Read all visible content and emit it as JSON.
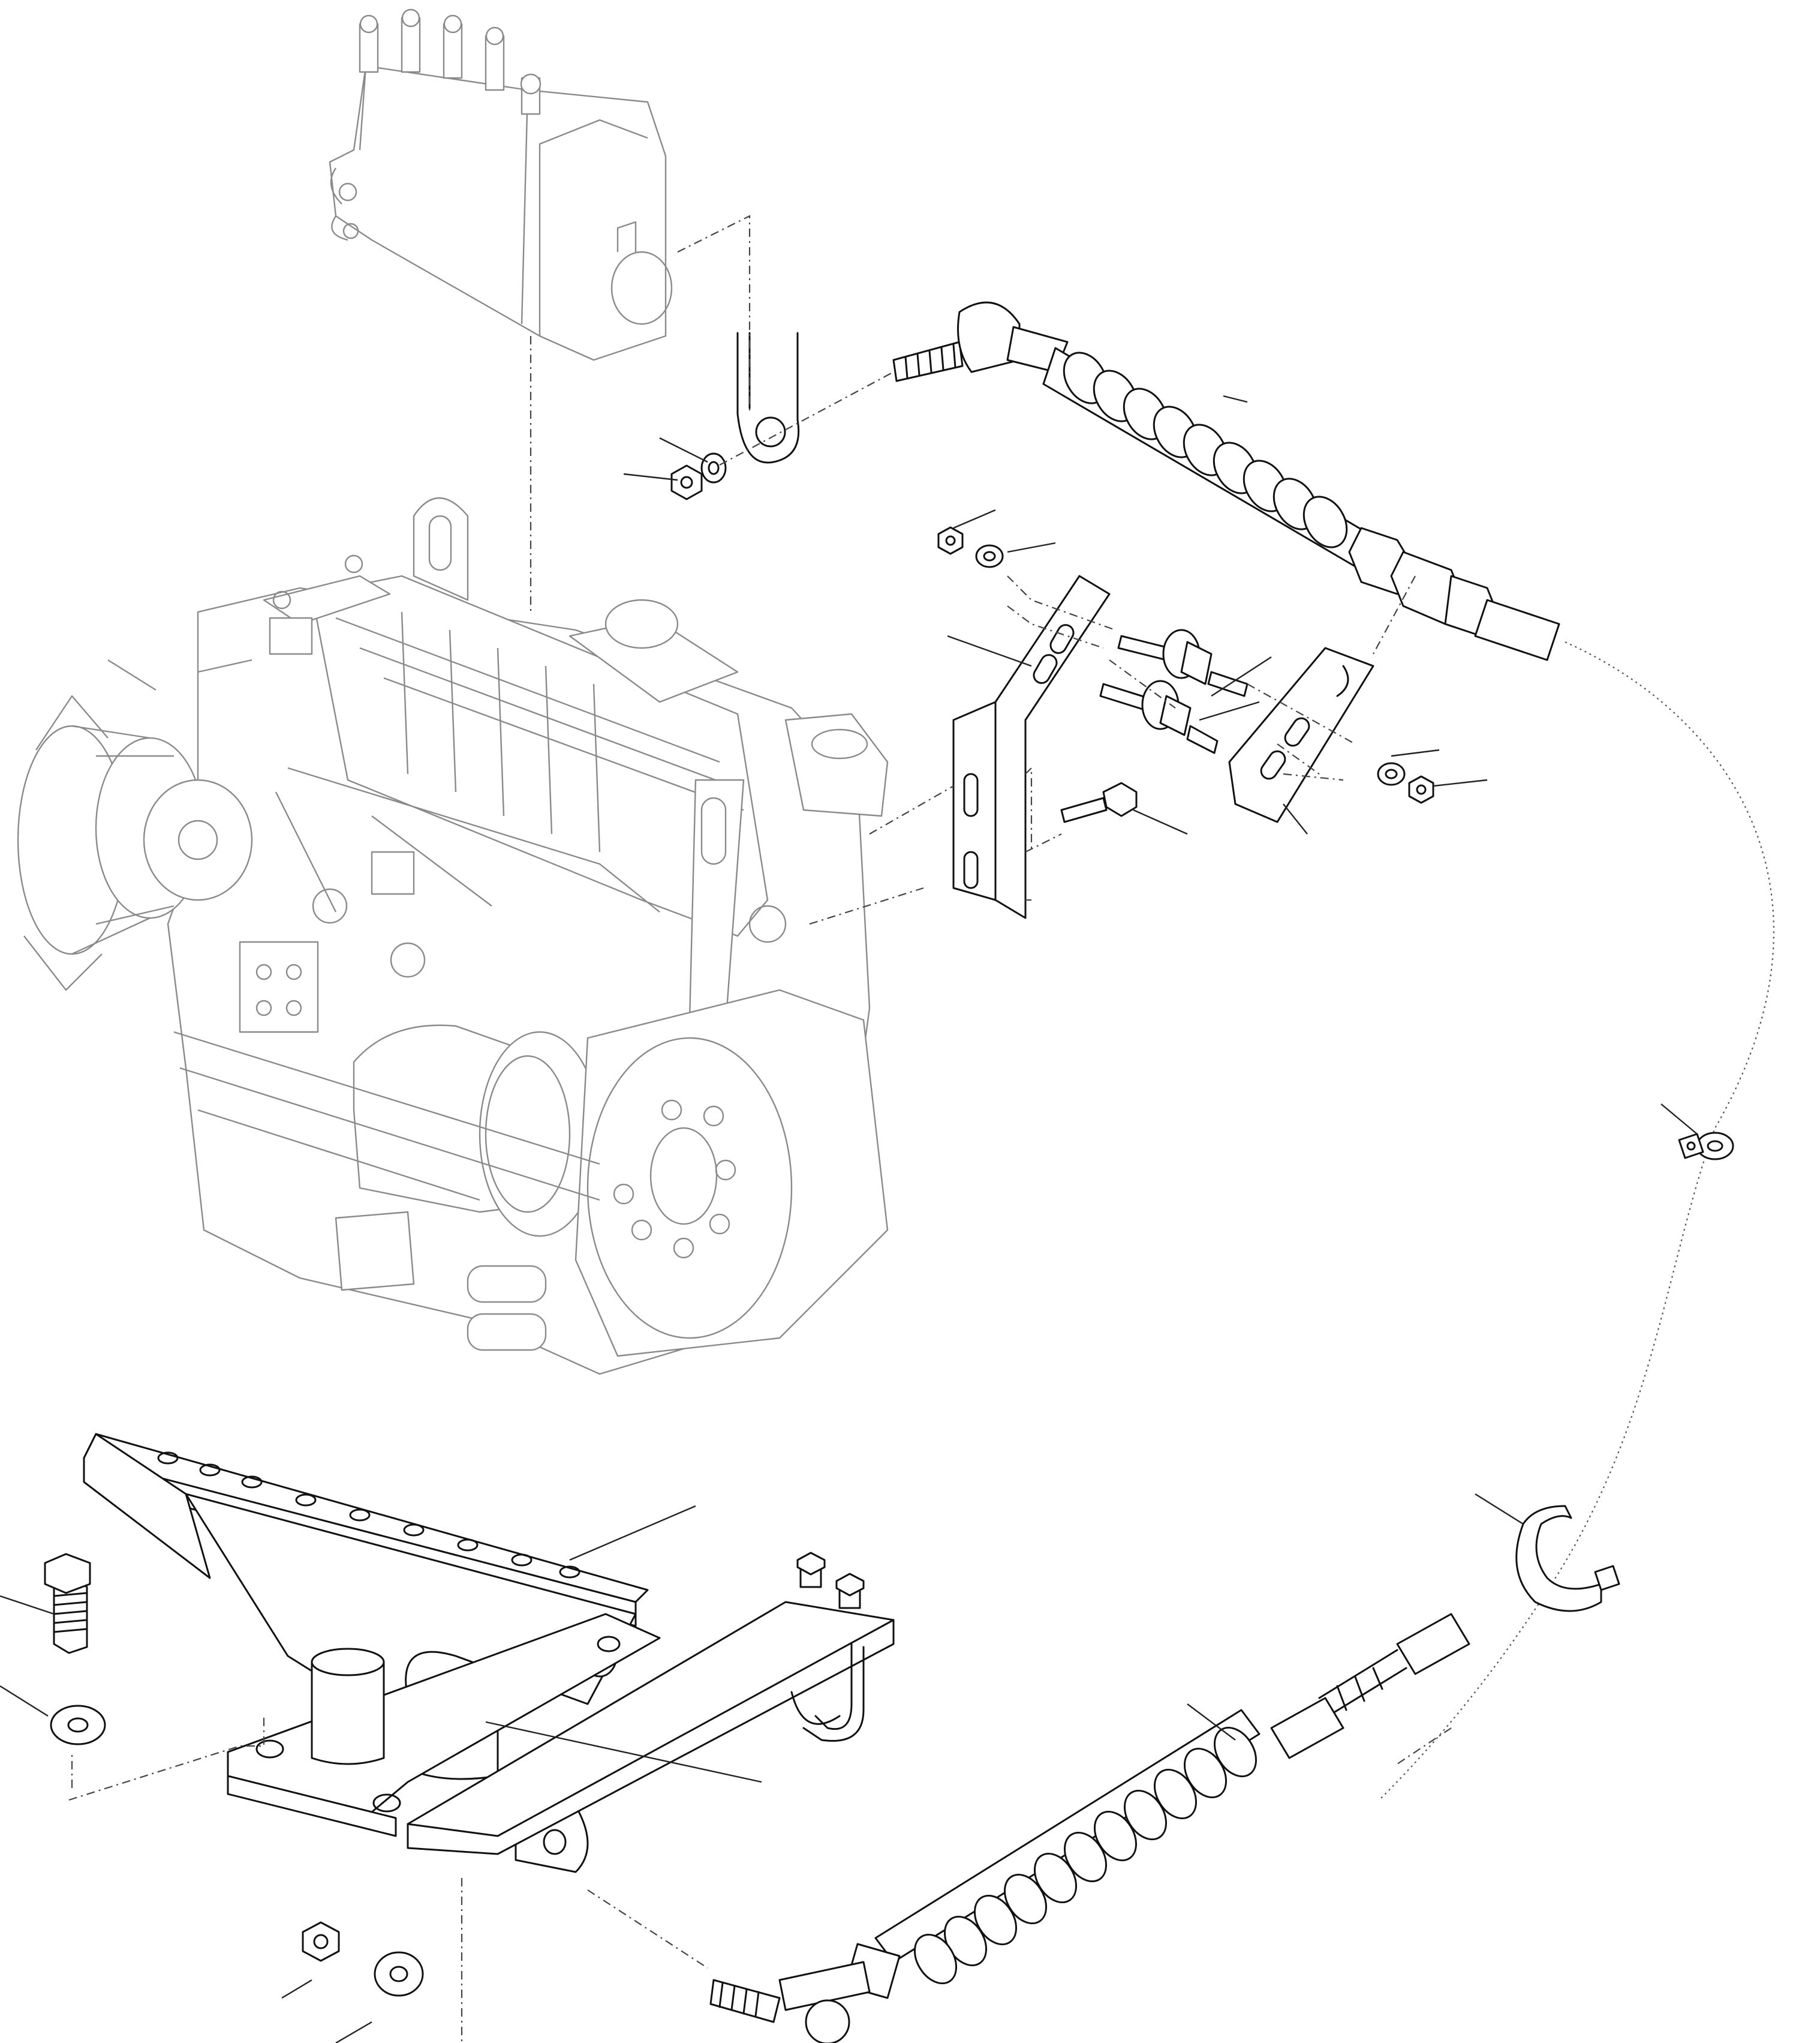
{
  "figure": {
    "type": "exploded parts diagram",
    "colors": {
      "line": "#111111",
      "background_lines": "#8a8a8a",
      "background": "#ffffff"
    },
    "parts": [
      "injection-pump",
      "throttle-lever",
      "engine-block",
      "throttle-cable",
      "cable-mounting-bracket",
      "clamp-plate",
      "rubber-mounts",
      "cable-clip",
      "retaining-band",
      "accelerator-pedal",
      "pedal-base-plate",
      "pivot-bracket",
      "pedal-hex-bolt",
      "washers",
      "lock-nuts"
    ]
  }
}
